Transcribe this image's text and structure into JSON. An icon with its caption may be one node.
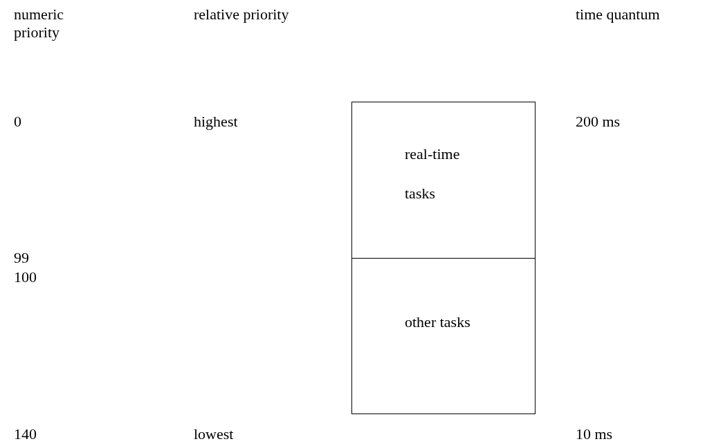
{
  "diagram": {
    "nodes": [
      {
        "text": [
          "real-time tasks"
        ]
      },
      {
        "text": [
          "other tasks"
        ]
      }
    ],
    "labels": [
      "numeric priority",
      "relative priority",
      "time quantum",
      "0",
      "highest",
      "200 ms",
      "99",
      "100",
      "140",
      "lowest",
      "10 ms"
    ]
  }
}
